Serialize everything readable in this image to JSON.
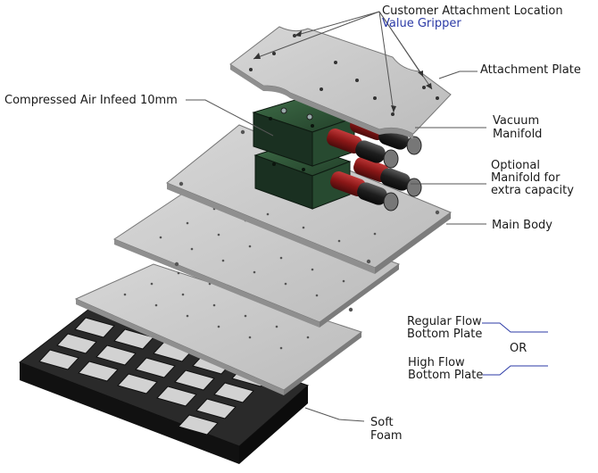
{
  "labels": {
    "customer_attachment": "Customer Attachment Location",
    "value_gripper": "Value Gripper",
    "attachment_plate": "Attachment Plate",
    "compressed_air": "Compressed Air Infeed 10mm",
    "vacuum_manifold_1": "Vacuum",
    "vacuum_manifold_2": "Manifold",
    "optional_1": "Optional",
    "optional_2": "Manifold for",
    "optional_3": "extra capacity",
    "main_body": "Main Body",
    "regular_1": "Regular Flow",
    "regular_2": "Bottom Plate",
    "or": "OR",
    "high_1": "High Flow",
    "high_2": "Bottom Plate",
    "soft_1": "Soft",
    "soft_2": "Foam"
  },
  "colors": {
    "plate_fill": "#c8c8c8",
    "plate_edge": "#8a8a8a",
    "manifold_green": "#23402a",
    "manifold_green_dark": "#142619",
    "fitting_red": "#8e1b1b",
    "fitting_black": "#1c1c1c",
    "foam_black": "#1a1a1a",
    "leader": "#555555",
    "blue_leader": "#2b3aa6"
  }
}
